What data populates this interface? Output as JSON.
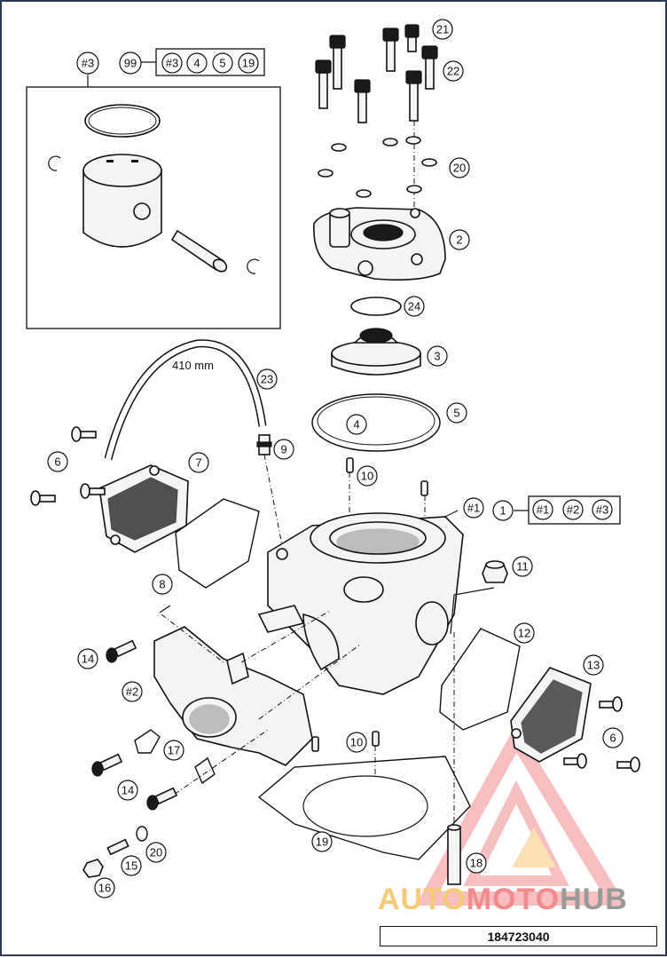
{
  "diagram": {
    "callouts": {
      "c99": "99",
      "c1": "1",
      "c2": "2",
      "c3": "3",
      "c4": "4",
      "c5": "5",
      "c6a": "6",
      "c6b": "6",
      "c7": "7",
      "c8": "8",
      "c9": "9",
      "c10a": "10",
      "c10b": "10",
      "c11": "11",
      "c12": "12",
      "c13": "13",
      "c14a": "14",
      "c14b": "14",
      "c15": "15",
      "c16": "16",
      "c17": "17",
      "c18": "18",
      "c19": "19",
      "c20a": "20",
      "c20b": "20",
      "c21": "21",
      "c22": "22",
      "c23": "23",
      "c24": "24",
      "s3": "#3",
      "s1": "#1",
      "s2": "#2"
    },
    "kit99": [
      "#3",
      "4",
      "5",
      "19"
    ],
    "kit1": [
      "#1",
      "#2",
      "#3"
    ],
    "hose_length": "410 mm",
    "part_number": "184723040"
  },
  "watermark": {
    "part1": "AUTO",
    "part2": "MOTO",
    "part3": "HUB",
    "colors": {
      "yellow": "#f7c97a",
      "red": "#f28b8b",
      "grey": "#9a9a9a"
    }
  }
}
